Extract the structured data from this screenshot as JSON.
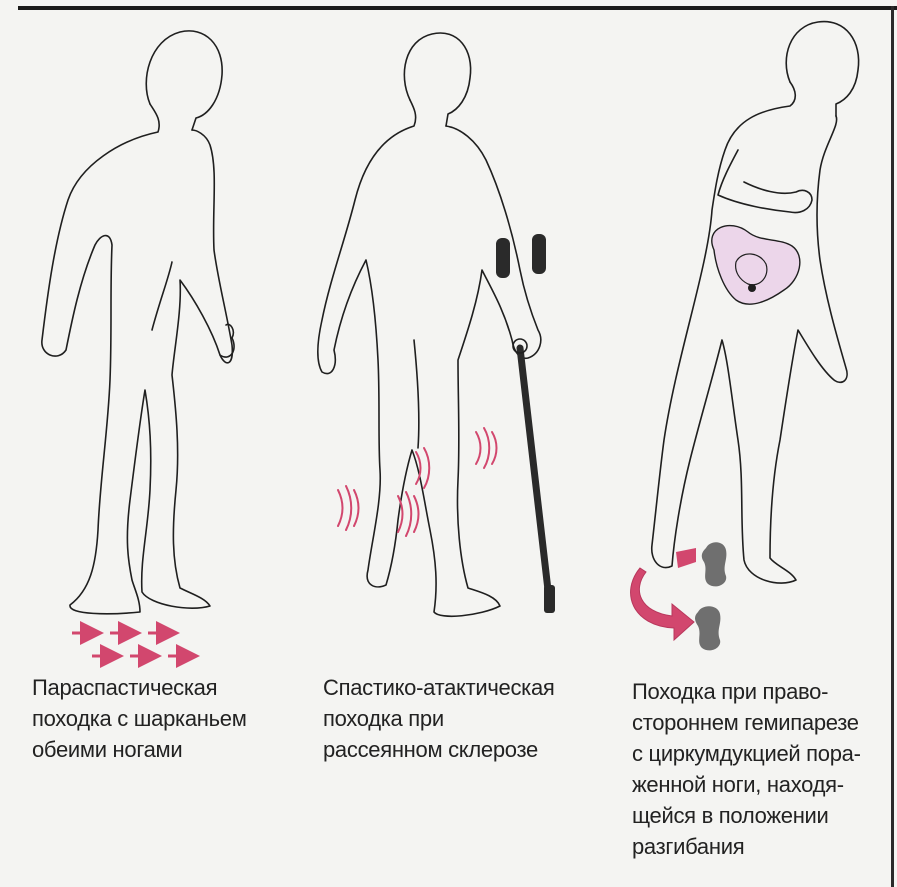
{
  "figures": [
    {
      "id": "paraspastic",
      "caption": "Параспастическая\nпоходка с шарканьем\nобеими ногами",
      "icon": "shuffle-arrows-icon"
    },
    {
      "id": "spastic-ataxic",
      "caption": "Спастико-атактическая\nпоходка при\nрассеянном склерозе",
      "icon": "crutch-icon"
    },
    {
      "id": "hemiparesis",
      "caption": "Походка при право-\nстороннем гемипарезе\nс циркумдукцией пора-\nженной ноги, находя-\nщейся в положении\nразгибания",
      "icon": "circumduction-arrow-icon"
    }
  ],
  "colors": {
    "background": "#f4f4f2",
    "outline": "#1f1f1f",
    "accent": "#d2476e",
    "pelvis_fill": "#ecd6ea",
    "footprint": "#6f6f6f",
    "crutch": "#2a2a2a"
  }
}
